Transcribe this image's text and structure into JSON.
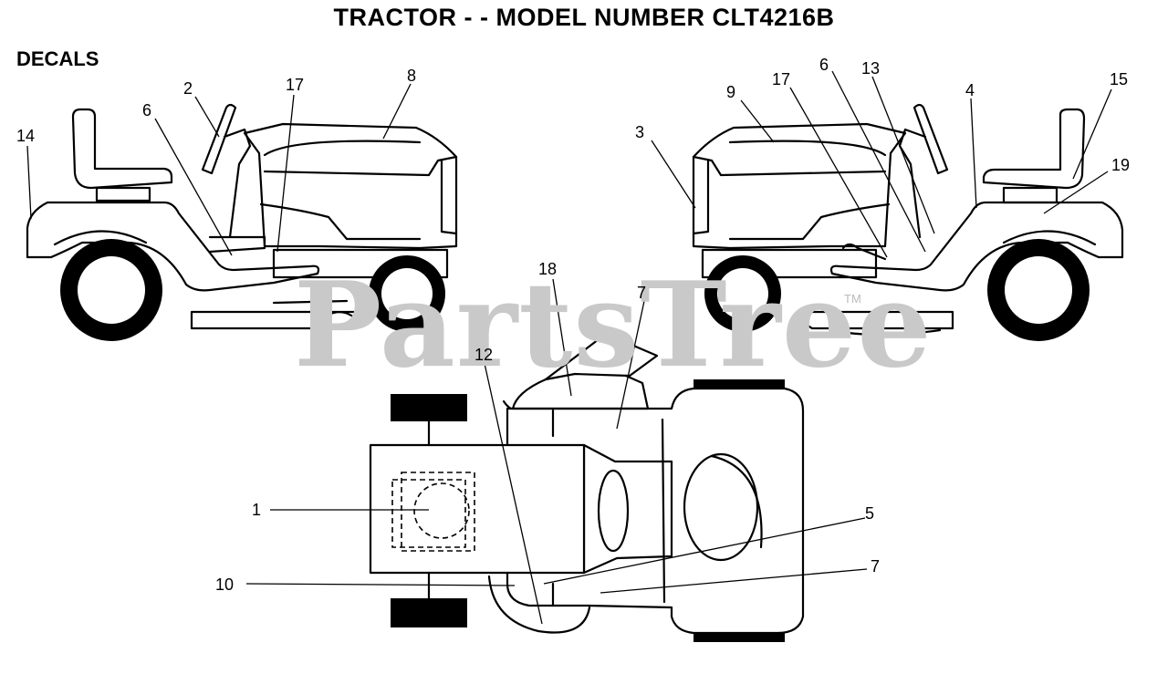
{
  "title": "TRACTOR - - MODEL NUMBER CLT4216B",
  "section_label": "DECALS",
  "watermark": "PartsTree",
  "watermark_tm": "TM",
  "callouts": {
    "left_view": [
      "14",
      "2",
      "6",
      "17",
      "8"
    ],
    "right_view": [
      "3",
      "9",
      "17",
      "6",
      "13",
      "4",
      "15",
      "19"
    ],
    "top_view": [
      "18",
      "7",
      "12",
      "1",
      "5",
      "10",
      "7"
    ]
  }
}
